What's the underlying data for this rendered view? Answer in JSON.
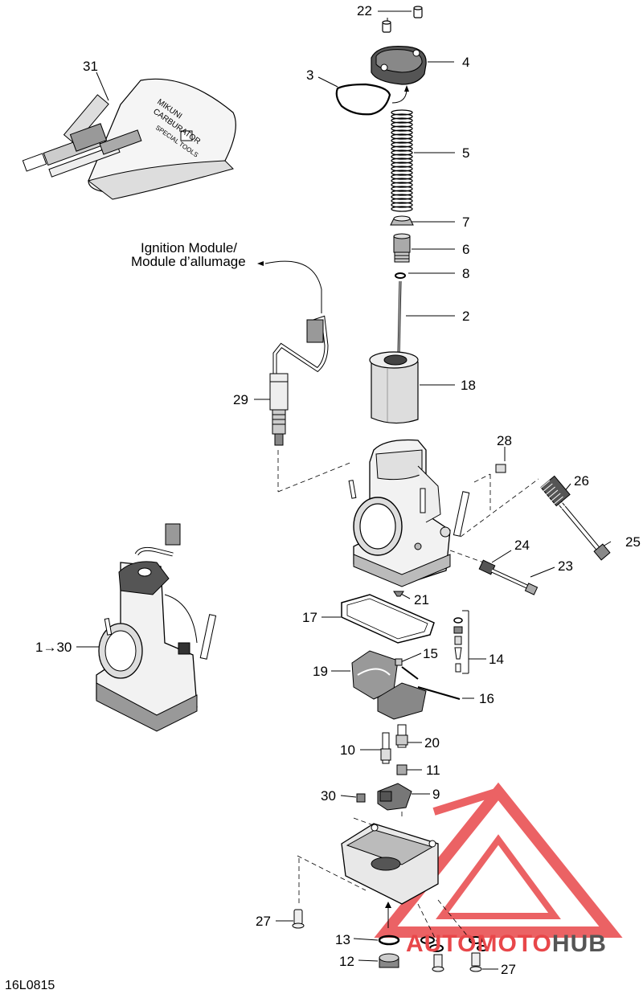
{
  "diagram": {
    "code": "16L0815",
    "ignition_label_1": "Ignition Module/",
    "ignition_label_2": "Module d’allumage",
    "callouts": {
      "c1": "1",
      "c2": "2",
      "c3": "3",
      "c4": "4",
      "c5": "5",
      "c6": "6",
      "c7": "7",
      "c8": "8",
      "c9": "9",
      "c10": "10",
      "c11": "11",
      "c12": "12",
      "c13": "13",
      "c14": "14",
      "c15": "15",
      "c16": "16",
      "c17": "17",
      "c18": "18",
      "c19": "19",
      "c20": "20",
      "c21": "21",
      "c22": "22",
      "c23": "23",
      "c24": "24",
      "c25": "25",
      "c26": "26",
      "c27a": "27",
      "c27b": "27",
      "c28": "28",
      "c29": "29",
      "c30a": "30",
      "c30b": "30",
      "c31": "31"
    },
    "tool_kit_text": [
      "MIKUNI",
      "CARBURATOR",
      "SPECIAL TOOLS"
    ],
    "watermark": {
      "part1": "AUTOMOTO",
      "part2": "HUB",
      "color_red": "#e8474a",
      "color_gray": "#555555"
    }
  }
}
